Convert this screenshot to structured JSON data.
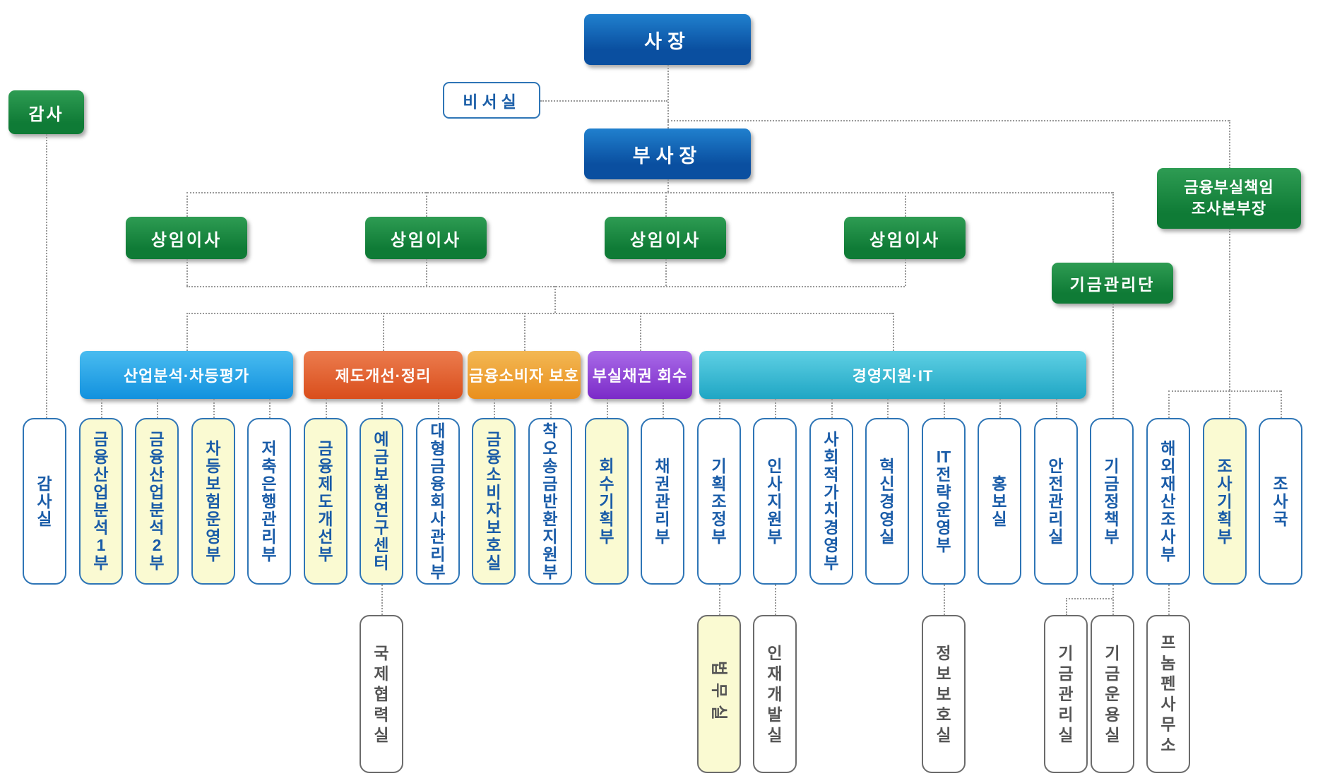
{
  "chart": {
    "president": "사장",
    "secretariat": "비서실",
    "vice_president": "부사장",
    "auditor": "감사",
    "standing_directors": [
      {
        "label": "상임이사"
      },
      {
        "label": "상임이사"
      },
      {
        "label": "상임이사"
      },
      {
        "label": "상임이사"
      }
    ],
    "insolvency_head": {
      "line1": "금융부실책임",
      "line2": "조사본부장"
    },
    "fund_group": "기금관리단",
    "divisions": [
      {
        "label": "산업분석·차등평가",
        "color": "band_blue"
      },
      {
        "label": "제도개선·정리",
        "color": "band_orange"
      },
      {
        "label": "금융소비자 보호",
        "color": "band_amber"
      },
      {
        "label": "부실채권 회수",
        "color": "band_purple"
      },
      {
        "label": "경영지원·IT",
        "color": "band_cyan"
      }
    ],
    "departments": [
      {
        "label": "감사실",
        "bg": "white"
      },
      {
        "label": "금융산업분석1부",
        "bg": "yellow"
      },
      {
        "label": "금융산업분석2부",
        "bg": "yellow"
      },
      {
        "label": "차등보험운영부",
        "bg": "yellow"
      },
      {
        "label": "저축은행관리부",
        "bg": "white"
      },
      {
        "label": "금융제도개선부",
        "bg": "yellow"
      },
      {
        "label": "예금보험연구센터",
        "bg": "yellow"
      },
      {
        "label": "대형금융회사관리부",
        "bg": "white"
      },
      {
        "label": "금융소비자보호실",
        "bg": "yellow"
      },
      {
        "label": "착오송금반환지원부",
        "bg": "white"
      },
      {
        "label": "회수기획부",
        "bg": "yellow"
      },
      {
        "label": "채권관리부",
        "bg": "white"
      },
      {
        "label": "기획조정부",
        "bg": "white"
      },
      {
        "label": "인사지원부",
        "bg": "white"
      },
      {
        "label": "사회적가치경영부",
        "bg": "white"
      },
      {
        "label": "혁신경영실",
        "bg": "white"
      },
      {
        "label": "IT전략운영부",
        "bg": "white"
      },
      {
        "label": "홍보실",
        "bg": "white"
      },
      {
        "label": "안전관리실",
        "bg": "white"
      },
      {
        "label": "기금정책부",
        "bg": "white"
      },
      {
        "label": "해외재산조사부",
        "bg": "white"
      },
      {
        "label": "조사기획부",
        "bg": "yellow"
      },
      {
        "label": "조사국",
        "bg": "white"
      }
    ],
    "sub_departments": [
      {
        "label": "국제협력실",
        "bg": "white"
      },
      {
        "label": "법무실",
        "bg": "yellow"
      },
      {
        "label": "인재개발실",
        "bg": "white"
      },
      {
        "label": "정보보호실",
        "bg": "white"
      },
      {
        "label": "기금관리실",
        "bg": "white"
      },
      {
        "label": "기금운용실",
        "bg": "white"
      },
      {
        "label": "프놈펜사무소",
        "bg": "white"
      }
    ]
  },
  "colors": {
    "navy_top": "#2080CE",
    "navy_bottom": "#0A4FA0",
    "green_top": "#2E9C53",
    "green_bottom": "#0F7B36",
    "band_blue": [
      "#49BCF0",
      "#1291DE"
    ],
    "band_orange": [
      "#EC7C4E",
      "#D94E1C"
    ],
    "band_amber": [
      "#F3B854",
      "#E98F1D"
    ],
    "band_purple": [
      "#A96BE8",
      "#7B2AC8"
    ],
    "band_cyan": [
      "#5FD0E4",
      "#1FA6C4"
    ],
    "yellow_bg": "#FAFAD2",
    "blue_border": "#2E75B6",
    "blue_text": "#1A5CA8",
    "gray_border": "#6B6B6B",
    "gray_text": "#555555",
    "line": "#999999"
  }
}
